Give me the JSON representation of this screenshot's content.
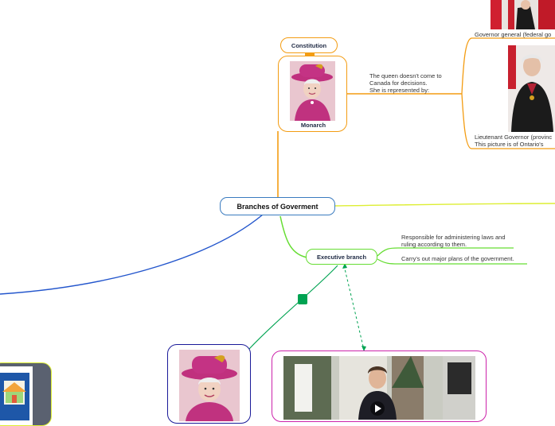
{
  "map": {
    "root": {
      "label": "Branches of Goverment"
    },
    "constitution": {
      "label": "Constitution"
    },
    "monarch": {
      "label": "Monarch",
      "note": "The queen doesn't come to\nCanada for decisions.\nShe is represented by:"
    },
    "governor_general": {
      "label": "Governor general (federal go"
    },
    "lieutenant_governor": {
      "label": "Lieutenant Governor (provinc\nThis picture is of Ontario's"
    },
    "executive": {
      "label": "Executive branch",
      "notes": [
        "Responsible for administering laws and\nruling according to them.",
        "Carry's out major plans of the government."
      ]
    }
  },
  "colors": {
    "orange": "#f39c12",
    "green": "#66dd33",
    "yellow": "#ddee33",
    "blue": "#2255cc",
    "dark_green": "#00a352",
    "magenta": "#cc22aa",
    "navy": "#1a1a99",
    "root_border": "#3a7bbf"
  },
  "icons": [
    "queen-photo",
    "governor-photo",
    "prime-minister-photo",
    "house-icon",
    "play-icon"
  ]
}
